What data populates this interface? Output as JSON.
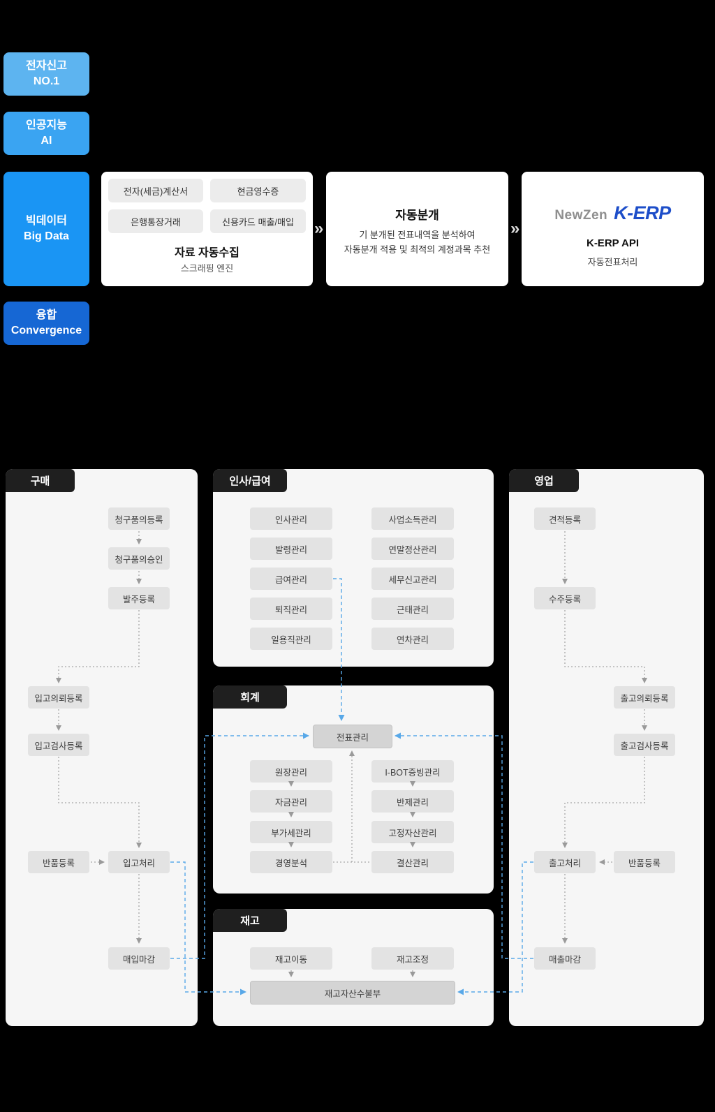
{
  "top": {
    "badges": [
      {
        "line1": "전자신고",
        "line2": "NO.1"
      },
      {
        "line1": "인공지능",
        "line2": "AI"
      },
      {
        "line1": "빅데이터",
        "line2": "Big Data"
      },
      {
        "line1": "융합",
        "line2": "Convergence"
      }
    ],
    "chevron": "»",
    "collect_card": {
      "pill1": "전자(세금)계산서",
      "pill2": "현금영수증",
      "pill3": "은행통장거래",
      "pill4": "신용카드 매출/매입",
      "title": "자료 자동수집",
      "subtitle": "스크래핑 엔진"
    },
    "journal_card": {
      "title": "자동분개",
      "line1": "기 분개된 전표내역을 분석하여",
      "line2": "자동분개 적용 및 최적의 계정과목 추천"
    },
    "erp_card": {
      "logo_newzen": "NewZen",
      "logo_kerp": "K-ERP",
      "title": "K-ERP API",
      "subtitle": "자동전표처리"
    }
  },
  "purchase": {
    "tab": "구매",
    "claim_register": "청구품의등록",
    "claim_approve": "청구품의승인",
    "order_register": "발주등록",
    "receive_request": "입고의뢰등록",
    "receive_inspect": "입고검사등록",
    "return_register": "반품등록",
    "receive_process": "입고처리",
    "purchase_close": "매입마감"
  },
  "hr": {
    "tab": "인사/급여",
    "left": [
      "인사관리",
      "발령관리",
      "급여관리",
      "퇴직관리",
      "일용직관리"
    ],
    "right": [
      "사업소득관리",
      "연말정산관리",
      "세무신고관리",
      "근태관리",
      "연차관리"
    ]
  },
  "accounting": {
    "tab": "회계",
    "voucher": "전표관리",
    "left": [
      "원장관리",
      "자금관리",
      "부가세관리",
      "경영분석"
    ],
    "right": [
      "I-BOT증빙관리",
      "반제관리",
      "고정자산관리",
      "결산관리"
    ]
  },
  "inventory": {
    "tab": "재고",
    "move": "재고이동",
    "adjust": "재고조정",
    "ledger": "재고자산수불부"
  },
  "sales": {
    "tab": "영업",
    "quote_register": "견적등록",
    "order_register": "수주등록",
    "ship_request": "출고의뢰등록",
    "ship_inspect": "출고검사등록",
    "return_register": "반품등록",
    "ship_process": "출고처리",
    "sales_close": "매출마감"
  },
  "colors": {
    "badge1": "#5db4f0",
    "badge2": "#3aa4f2",
    "badge3": "#1a95f4",
    "badge4": "#1667d4",
    "kerp_blue": "#1d4ec9",
    "blue_line": "#58a8e8",
    "gray_line": "#a6a6a6"
  }
}
